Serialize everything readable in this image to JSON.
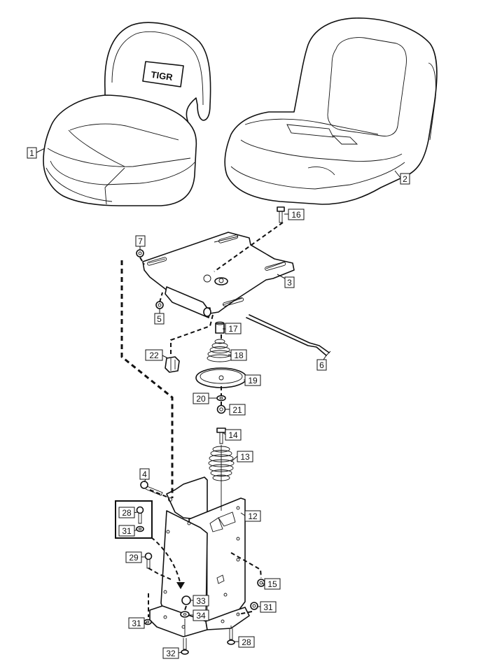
{
  "seat_logo_text": "TIGR",
  "callouts": [
    {
      "id": "1",
      "label": "1"
    },
    {
      "id": "2",
      "label": "2"
    },
    {
      "id": "3",
      "label": "3"
    },
    {
      "id": "4",
      "label": "4"
    },
    {
      "id": "5",
      "label": "5"
    },
    {
      "id": "6",
      "label": "6"
    },
    {
      "id": "7",
      "label": "7"
    },
    {
      "id": "12",
      "label": "12"
    },
    {
      "id": "13",
      "label": "13"
    },
    {
      "id": "14",
      "label": "14"
    },
    {
      "id": "15",
      "label": "15"
    },
    {
      "id": "16",
      "label": "16"
    },
    {
      "id": "17",
      "label": "17"
    },
    {
      "id": "18",
      "label": "18"
    },
    {
      "id": "19",
      "label": "19"
    },
    {
      "id": "20",
      "label": "20"
    },
    {
      "id": "21",
      "label": "21"
    },
    {
      "id": "22",
      "label": "22"
    },
    {
      "id": "28a",
      "label": "28"
    },
    {
      "id": "28b",
      "label": "28"
    },
    {
      "id": "29",
      "label": "29"
    },
    {
      "id": "31a",
      "label": "31"
    },
    {
      "id": "31b",
      "label": "31"
    },
    {
      "id": "31c",
      "label": "31"
    },
    {
      "id": "32",
      "label": "32"
    },
    {
      "id": "33",
      "label": "33"
    },
    {
      "id": "34",
      "label": "34"
    }
  ]
}
